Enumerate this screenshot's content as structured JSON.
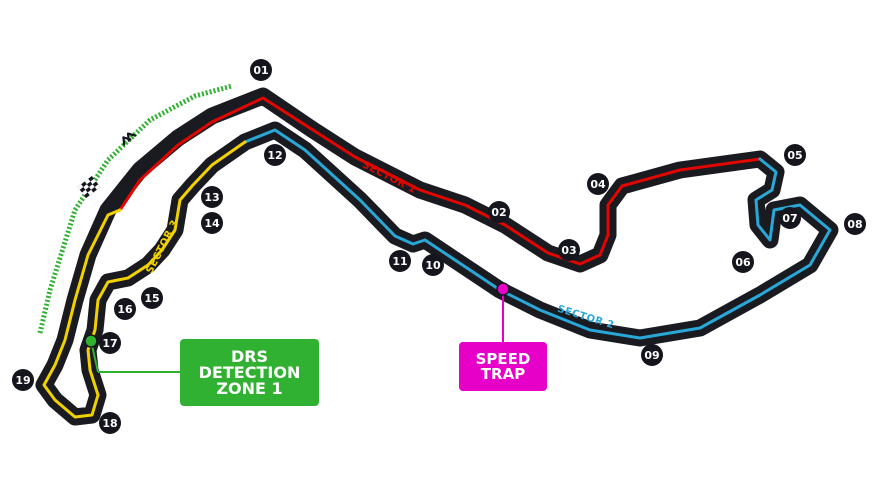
{
  "colors": {
    "track_outline": "#1a1a21",
    "sector1": "#e10600",
    "sector2": "#29a8d8",
    "sector3": "#f2d100",
    "drs": "#31b131",
    "speed_trap": "#e600c8",
    "turn_marker": "#15151e"
  },
  "sectors": [
    {
      "id": "sector1",
      "label": "SECTOR 1"
    },
    {
      "id": "sector2",
      "label": "SECTOR 2"
    },
    {
      "id": "sector3",
      "label": "SECTOR 3"
    }
  ],
  "turns": [
    "01",
    "02",
    "03",
    "04",
    "05",
    "06",
    "07",
    "08",
    "09",
    "10",
    "11",
    "12",
    "13",
    "14",
    "15",
    "16",
    "17",
    "18",
    "19"
  ],
  "drs": {
    "lines": [
      "DRS",
      "DETECTION",
      "ZONE 1"
    ]
  },
  "speed_trap": {
    "lines": [
      "SPEED",
      "TRAP"
    ]
  },
  "icons": {
    "start_finish": "checkered-flag-icon",
    "direction": "direction-chevrons-icon"
  }
}
